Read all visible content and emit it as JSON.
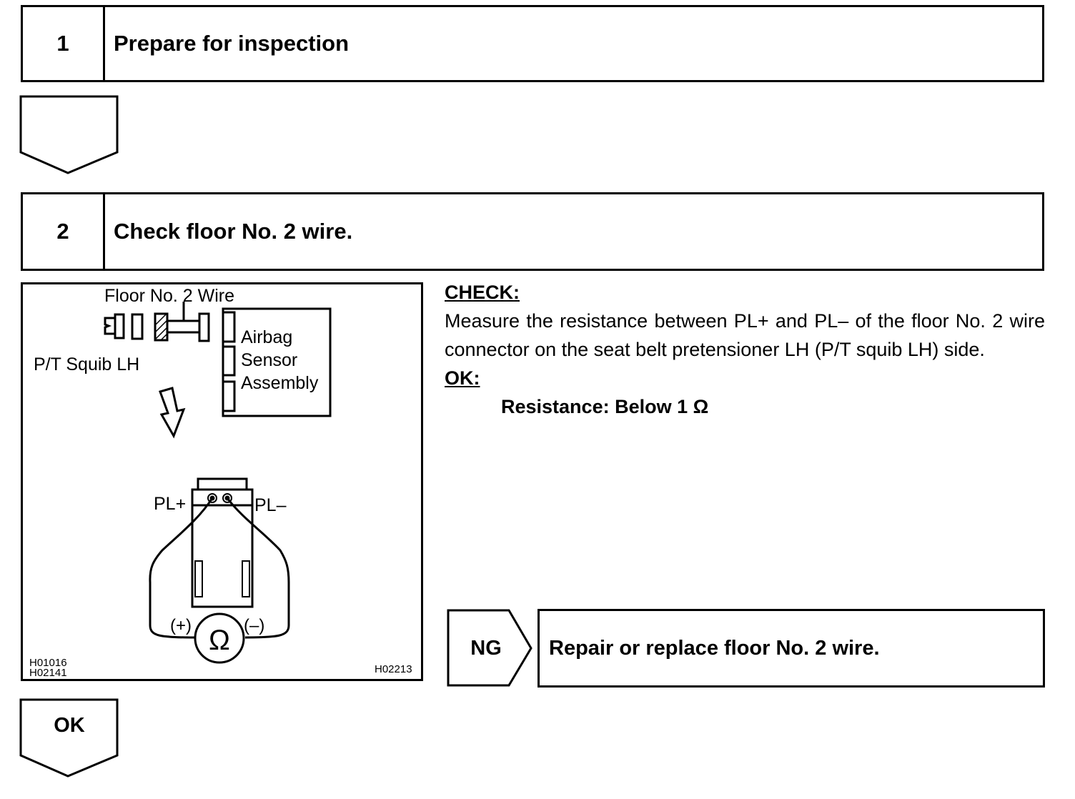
{
  "step1": {
    "number": "1",
    "title": "Prepare for inspection"
  },
  "step2": {
    "number": "2",
    "title": "Check floor No. 2 wire."
  },
  "figure": {
    "label_wire": "Floor No. 2 Wire",
    "label_squib": "P/T Squib LH",
    "label_airbag_1": "Airbag",
    "label_airbag_2": "Sensor",
    "label_airbag_3": "Assembly",
    "label_pl_plus": "PL+",
    "label_pl_minus": "PL–",
    "label_meter_plus": "(+)",
    "label_meter_minus": "(–)",
    "label_ohm": "Ω",
    "code_1": "H01016",
    "code_2": "H02141",
    "code_3": "H02213"
  },
  "check": {
    "heading": "CHECK:",
    "body": "Measure the resistance between PL+ and PL– of the floor No. 2 wire connector on the seat belt pretensioner LH (P/T squib LH) side.",
    "ok_heading": "OK:",
    "spec": "Resistance: Below 1 Ω"
  },
  "ng": {
    "label": "NG",
    "action": "Repair or replace floor No. 2 wire."
  },
  "ok_arrow": {
    "label": "OK"
  }
}
